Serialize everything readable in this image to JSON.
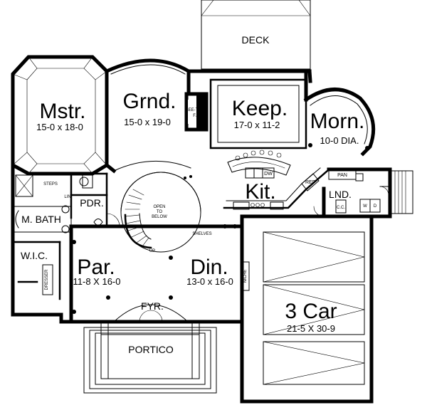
{
  "labels": {
    "deck": "DECK",
    "master_name": "Mstr.",
    "master_dim": "15-0 x 18-0",
    "great_name": "Grnd.",
    "great_dim": "15-0 x 19-0",
    "seethru": "SEE-THRU",
    "fp": "F.P.",
    "keep_name": "Keep.",
    "keep_dim": "17-0 x 11-2",
    "morn_name": "Morn.",
    "morn_dim": "10-0 DIA.",
    "kit_name": "Kit.",
    "dw": "DW",
    "ref": "REF",
    "pan": "PAN",
    "lnd": "LND.",
    "cc": "C.C.",
    "w": "W",
    "d": "D",
    "steps": "STEPS",
    "lin": "LIN",
    "pdr": "PDR.",
    "mbath": "M. BATH",
    "wic": "W.I.C.",
    "dresser": "DRESSER",
    "open_line1": "OPEN",
    "open_line2": "TO",
    "open_line3": "BELOW",
    "up": "UP",
    "shelves": "SHELVES",
    "par_name": "Par.",
    "par_dim": "11-8 X 16-0",
    "din_name": "Din.",
    "din_dim": "13-0 x 16-0",
    "niche": "NICHE",
    "fyr": "FYR.",
    "portico": "PORTICO",
    "garage_name": "3 Car",
    "garage_dim": "21-5 X 30-9"
  }
}
